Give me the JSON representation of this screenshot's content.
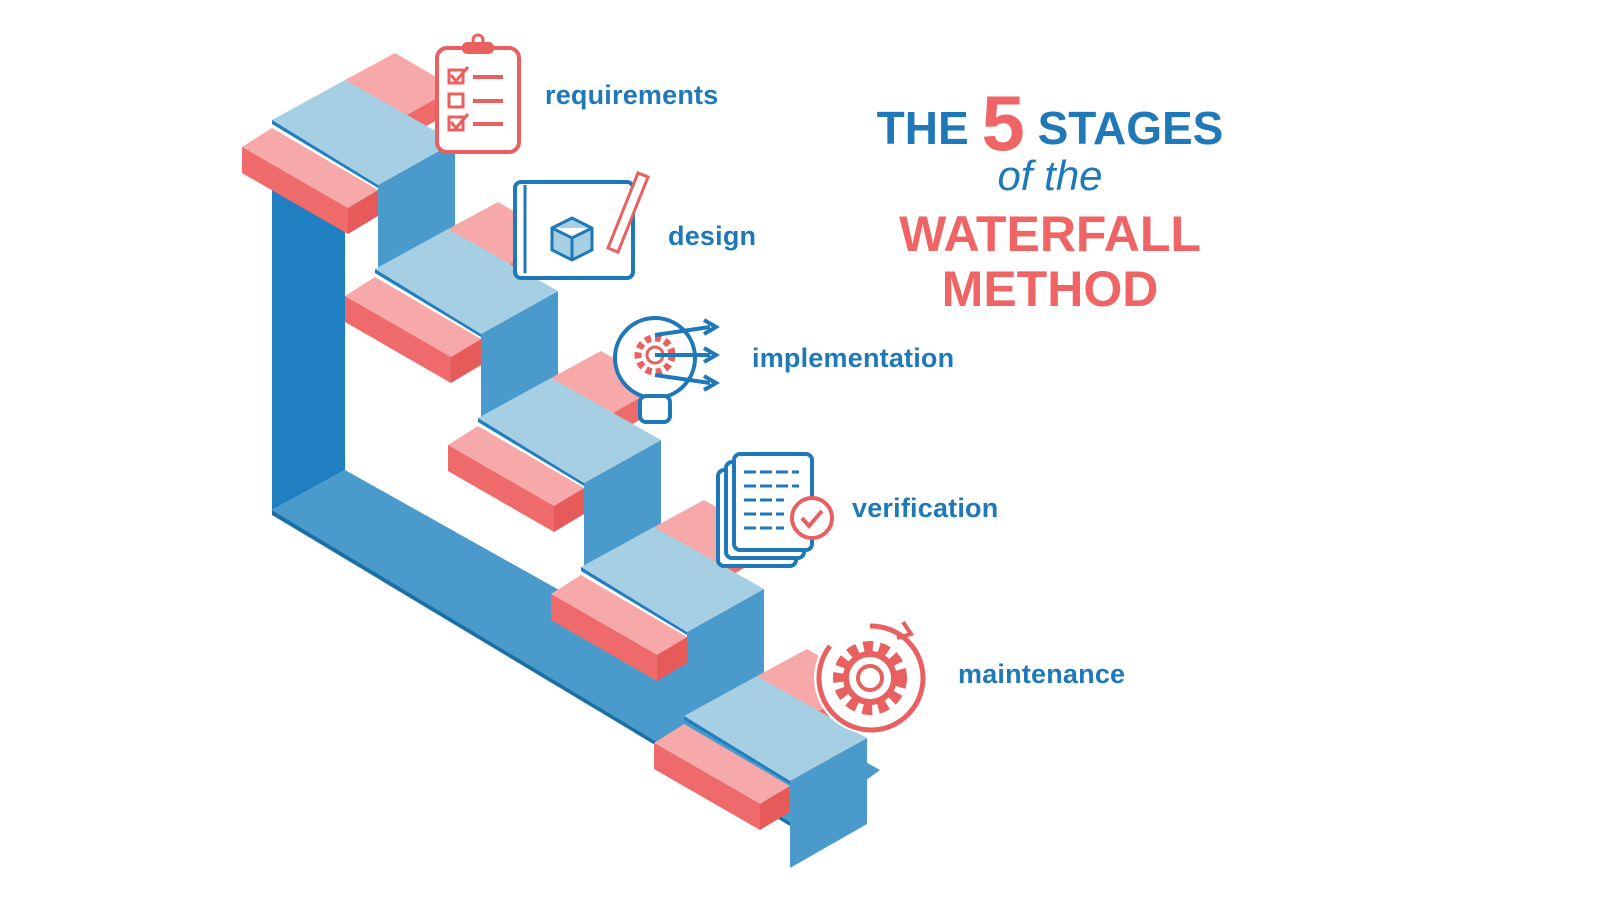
{
  "title": {
    "line1_pre": "THE",
    "number": "5",
    "line1_post": "STAGES",
    "line2": "of the",
    "line3": "WATERFALL",
    "line4": "METHOD"
  },
  "stages": [
    {
      "label": "requirements",
      "icon": "clipboard-checklist-icon"
    },
    {
      "label": "design",
      "icon": "blueprint-pencil-icon"
    },
    {
      "label": "implementation",
      "icon": "lightbulb-gear-icon"
    },
    {
      "label": "verification",
      "icon": "documents-check-icon"
    },
    {
      "label": "maintenance",
      "icon": "gear-refresh-icon"
    }
  ],
  "colors": {
    "blue_text": "#1f79b8",
    "red_text": "#ef6464",
    "step_top": "#a6cfe3",
    "step_riser": "#4a9bcb",
    "stringer": "#1f7fc0",
    "slab_top": "#f7a8a8",
    "slab_side": "#ef6a6a"
  }
}
